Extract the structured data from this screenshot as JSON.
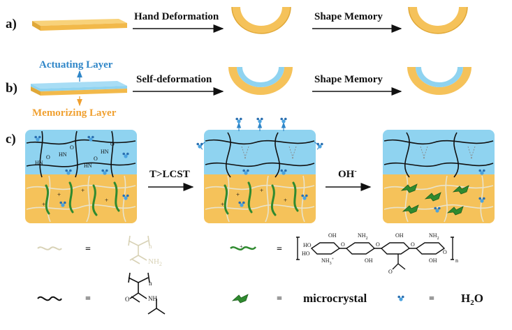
{
  "rows": {
    "a": {
      "label": "a)",
      "step1": "Hand Deformation",
      "step2": "Shape Memory"
    },
    "b": {
      "label": "b)",
      "step1": "Self-deformation",
      "step2": "Shape Memory",
      "top_layer": "Actuating Layer",
      "bottom_layer": "Memorizing Layer"
    },
    "c": {
      "label": "c)",
      "step1": "T>LCST",
      "step2_base": "OH",
      "step2_sup": "-"
    }
  },
  "chem_labels": {
    "amide_nh": "N\nH",
    "amide_o": "O",
    "hn_o": "HN",
    "cs_oh": "OH",
    "cs_nh2": "NH",
    "cs_nh3": "NH",
    "cs_ho": "HO",
    "cs_o": "O",
    "cs_n": "n"
  },
  "legend": {
    "eq": "=",
    "pam_nh2": "NH",
    "pam_n": "n",
    "pnipam_nh": "NH",
    "pnipam_o": "O",
    "pnipam_n": "n",
    "cs_oh": "OH",
    "cs_nh2": "NH",
    "cs_nh3": "NH",
    "cs_ho": "HO",
    "cs_o": "O",
    "cs_n": "n",
    "cs_plus": "+",
    "cs_sub2": "2",
    "cs_sub3": "3",
    "microcrystal": "microcrystal",
    "water": "H",
    "water_sub": "2",
    "water_o": "O"
  },
  "colors": {
    "actuating": "#8fd3f0",
    "memorizing": "#f5c25a",
    "memorizing_dark": "#e0a838",
    "label_blue": "#2f86c8",
    "label_orange": "#f0a030",
    "chitosan": "#2f8a2f",
    "pam": "#d8d2b6",
    "water": "#4aa3e0"
  }
}
